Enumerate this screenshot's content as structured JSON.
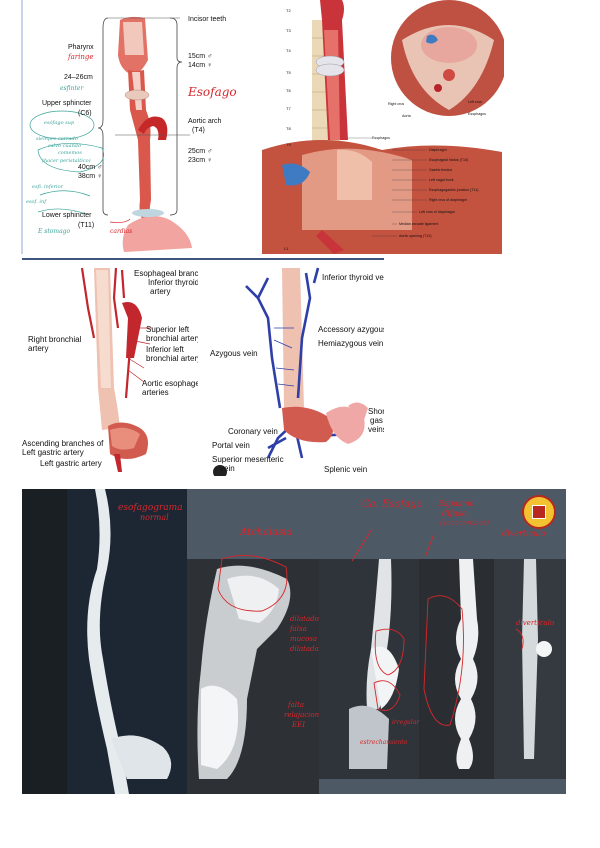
{
  "panel1": {
    "labels": {
      "incisor": "Incisor teeth",
      "pharynx": "Pharynx",
      "upper_sphincter": "Upper sphincter",
      "upper_c6": "(C6)",
      "aortic_arch": "Aortic arch",
      "aortic_t4": "(T4)",
      "lower_sphincter": "Lower sphincter",
      "lower_t11": "(T11)",
      "len_total": "24–26cm",
      "m15": "15cm",
      "f14": "14cm",
      "m25": "25cm",
      "f23": "23cm",
      "m40": "40cm",
      "f38": "38cm",
      "male": "♂",
      "female": "♀"
    },
    "handwriting": {
      "faringe": "faringe",
      "esofago_big": "Esofago",
      "esfinter": "esfinter",
      "esofago_sup": "esófago sup",
      "siempre": "siempre cerrado",
      "salvo": "salvo cuando",
      "comemos": "comemos",
      "hacer": "(hacer peristaltico)",
      "esf_inf1": "esfi. inferior",
      "esf_inf2": "esof. inf",
      "cardias": "cardias",
      "estomago": "E stomago"
    }
  },
  "panel2": {
    "vertebrae": [
      "T2",
      "T3",
      "T4",
      "T5",
      "T6",
      "T7",
      "T8",
      "T9",
      "L1"
    ],
    "labels": {
      "esophagus": "Esophagus",
      "right_crus_top": "Right crus",
      "aorta": "Aorta",
      "left_crus": "Left crus",
      "esophagus_top": "Esophagus",
      "diaphragm": "Diaphragm",
      "hiatus": "Esophageal hiatus (T10)",
      "gastric_fundus": "Gastric fundus",
      "vagal": "Left vagal trunk",
      "junction": "Esophagogastric junction (T11)",
      "right_crus": "Right crus of diaphragm",
      "left_crus_d": "Left crus of diaphragm",
      "median": "Median arcuate ligament",
      "aortic_opening": "Aortic opening (T12)"
    }
  },
  "panel3": {
    "labels": {
      "esophageal_branch": "Esophageal branch",
      "inferior_thyroid": "Inferior thyroid",
      "artery": "artery",
      "right_bronchial": "Right bronchial",
      "right_bronchial2": "artery",
      "sup_left_bronch": "Superior left",
      "sup_left_bronch2": "bronchial artery",
      "inf_left": "Inferior left",
      "inf_left2": "bronchial artery",
      "aortic_esoph": "Aortic esophageal",
      "aortic_esoph2": "arteries",
      "ascending": "Ascending branches of",
      "ascending2": "Left gastric artery",
      "left_gastric": "Left gastric artery"
    }
  },
  "panel4": {
    "labels": {
      "inf_thyroid_vein": "Inferior thyroid vein",
      "accessory": "Accessory azygous ve",
      "hemiazygous": "Hemiazygous vein",
      "azygous": "Azygous vein",
      "short_gastric": "Short",
      "short_gastric2": "gas",
      "short_gastric3": "veins",
      "coronary": "Coronary vein",
      "portal": "Portal vein",
      "sup_mesenteric": "Superior mesenteric",
      "sup_mesenteric2": "vein",
      "splenic": "Splenic vein"
    }
  },
  "panel5": {
    "handwriting": {
      "esofagograma": "esofagograma",
      "normal": "normal",
      "achalasia": "Atchalasia",
      "dilatado1": "dilatado",
      "dilatado2": "falsa",
      "dilatado3": "mucosa",
      "dilatado4": "dilatada",
      "estrecho1": "falta",
      "estrecho2": "relajacion",
      "estrecho3": "EEI",
      "cancer": "Ca. Esofago",
      "estrechamiento": "estrechamiento",
      "irregular": "irregular",
      "espasmo1": "Espasmo",
      "espasmo2": "difuso",
      "espasmo3": "(sacacorchos)",
      "diverticulo": "diverticulo",
      "diverticulo2": "divertículo"
    },
    "colors": {
      "ink": "#d8262a",
      "background": "#0b0f14",
      "panel_bg": "#4e5966"
    }
  }
}
